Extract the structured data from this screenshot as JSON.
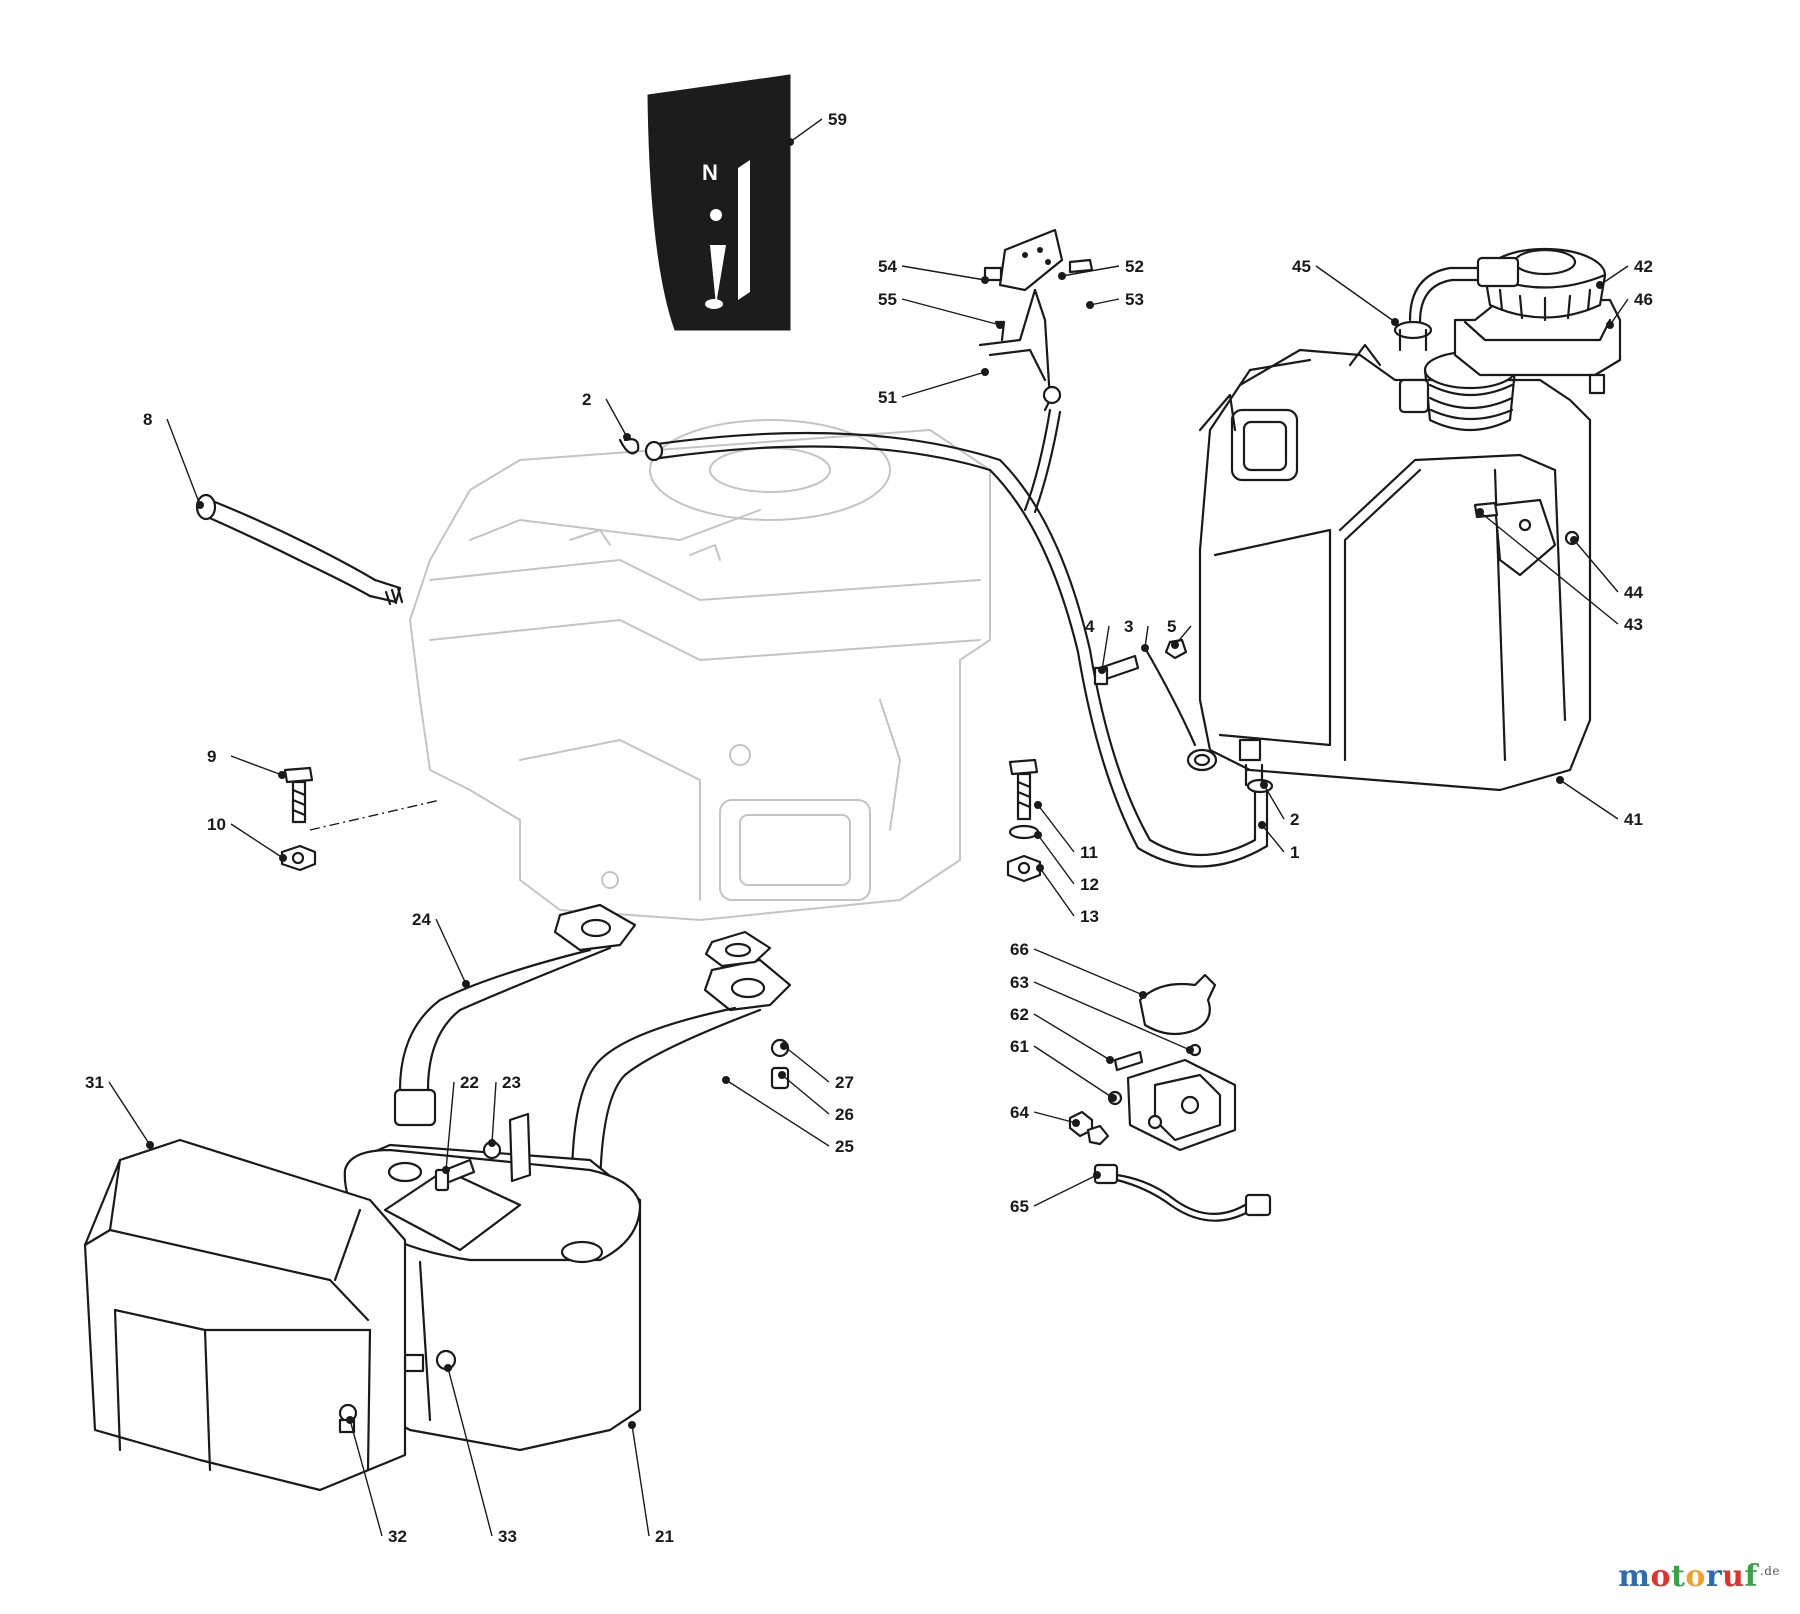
{
  "diagram": {
    "panel_marks": {
      "neutral": "N"
    },
    "callouts": [
      {
        "id": "59",
        "text": "59"
      },
      {
        "id": "54",
        "text": "54"
      },
      {
        "id": "52",
        "text": "52"
      },
      {
        "id": "55",
        "text": "55"
      },
      {
        "id": "53",
        "text": "53"
      },
      {
        "id": "51",
        "text": "51"
      },
      {
        "id": "45",
        "text": "45"
      },
      {
        "id": "42",
        "text": "42"
      },
      {
        "id": "46",
        "text": "46"
      },
      {
        "id": "2a",
        "text": "2"
      },
      {
        "id": "8",
        "text": "8"
      },
      {
        "id": "44",
        "text": "44"
      },
      {
        "id": "43",
        "text": "43"
      },
      {
        "id": "4",
        "text": "4"
      },
      {
        "id": "3",
        "text": "3"
      },
      {
        "id": "5",
        "text": "5"
      },
      {
        "id": "9",
        "text": "9"
      },
      {
        "id": "10",
        "text": "10"
      },
      {
        "id": "2b",
        "text": "2"
      },
      {
        "id": "41",
        "text": "41"
      },
      {
        "id": "11",
        "text": "11"
      },
      {
        "id": "1",
        "text": "1"
      },
      {
        "id": "12",
        "text": "12"
      },
      {
        "id": "13",
        "text": "13"
      },
      {
        "id": "24",
        "text": "24"
      },
      {
        "id": "66",
        "text": "66"
      },
      {
        "id": "63",
        "text": "63"
      },
      {
        "id": "62",
        "text": "62"
      },
      {
        "id": "61",
        "text": "61"
      },
      {
        "id": "22",
        "text": "22"
      },
      {
        "id": "23",
        "text": "23"
      },
      {
        "id": "27",
        "text": "27"
      },
      {
        "id": "31",
        "text": "31"
      },
      {
        "id": "26",
        "text": "26"
      },
      {
        "id": "25",
        "text": "25"
      },
      {
        "id": "64",
        "text": "64"
      },
      {
        "id": "65",
        "text": "65"
      },
      {
        "id": "32",
        "text": "32"
      },
      {
        "id": "33",
        "text": "33"
      },
      {
        "id": "21",
        "text": "21"
      }
    ]
  },
  "watermark": {
    "letters": [
      "m",
      "o",
      "t",
      "o",
      "r",
      "u",
      "f"
    ],
    "colors": [
      "#2a6db5",
      "#e0312c",
      "#3aa34a",
      "#f0a12a",
      "#2a6db5",
      "#e0312c",
      "#3aa34a"
    ],
    "suffix": ".de"
  }
}
